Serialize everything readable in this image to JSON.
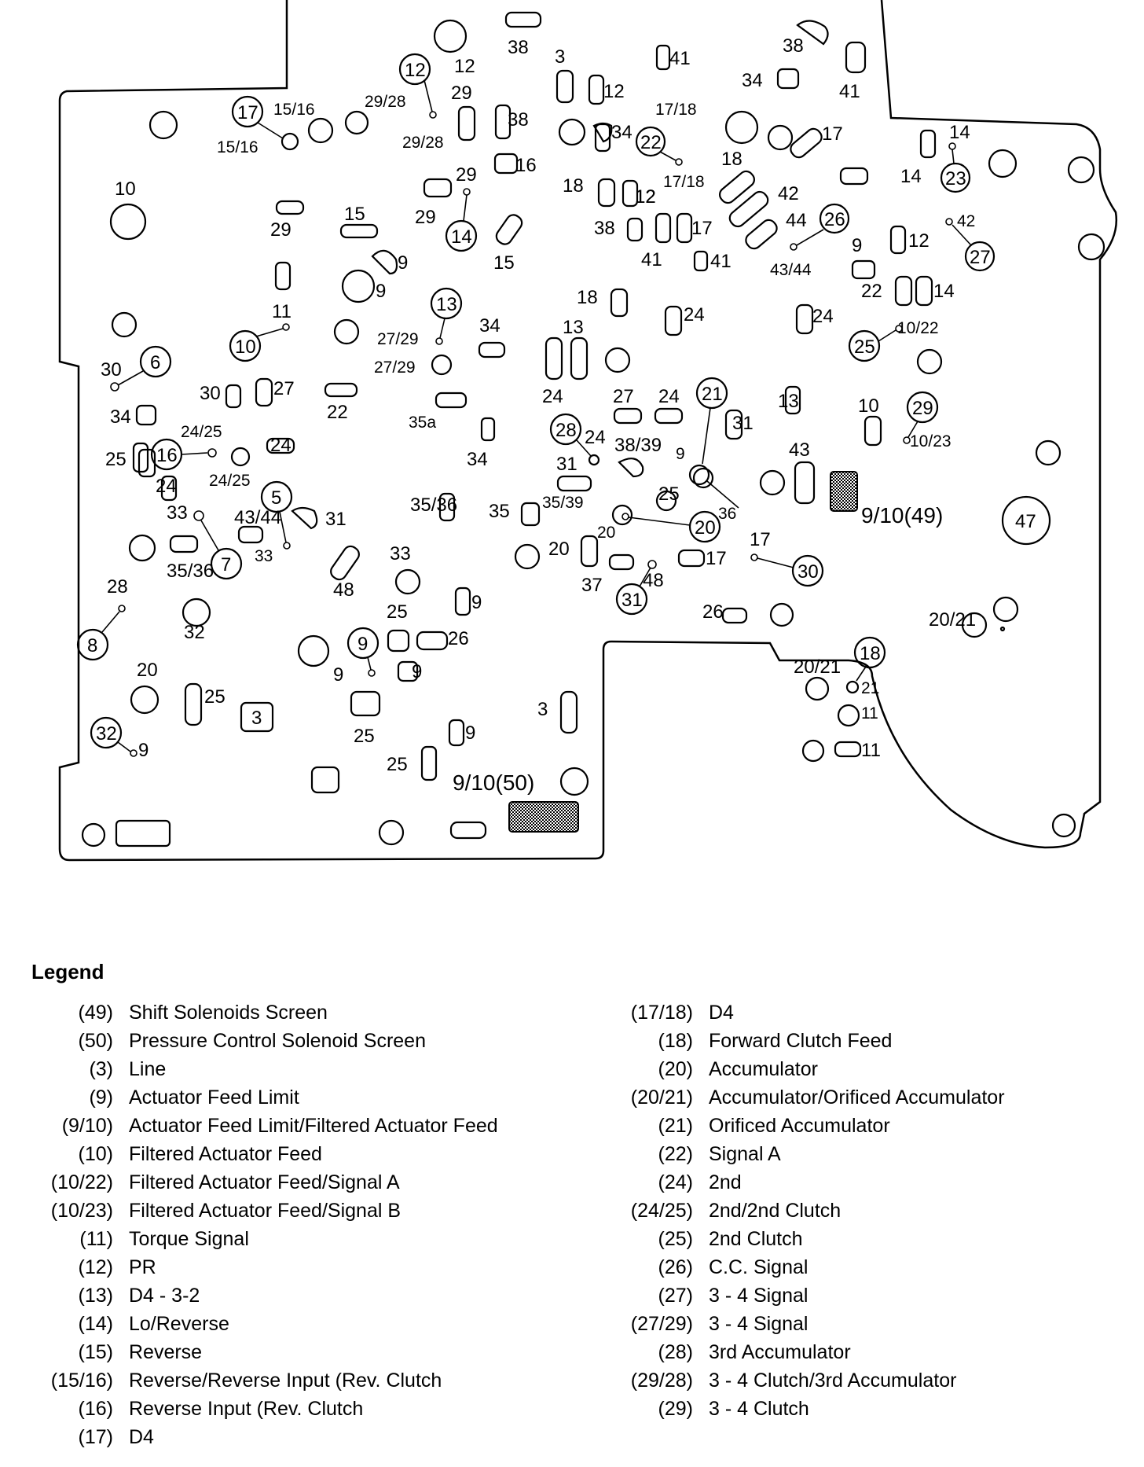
{
  "legend": {
    "title": "Legend",
    "left": [
      {
        "code": "(49)",
        "desc": "Shift Solenoids Screen"
      },
      {
        "code": "(50)",
        "desc": "Pressure Control Solenoid Screen"
      },
      {
        "code": "(3)",
        "desc": "Line"
      },
      {
        "code": "(9)",
        "desc": "Actuator Feed Limit"
      },
      {
        "code": "(9/10)",
        "desc": "Actuator Feed Limit/Filtered Actuator Feed"
      },
      {
        "code": "(10)",
        "desc": "Filtered Actuator Feed"
      },
      {
        "code": "(10/22)",
        "desc": "Filtered Actuator Feed/Signal A"
      },
      {
        "code": "(10/23)",
        "desc": "Filtered Actuator Feed/Signal B"
      },
      {
        "code": "(11)",
        "desc": "Torque Signal"
      },
      {
        "code": "(12)",
        "desc": "PR"
      },
      {
        "code": "(13)",
        "desc": "D4 - 3-2"
      },
      {
        "code": "(14)",
        "desc": "Lo/Reverse"
      },
      {
        "code": "(15)",
        "desc": "Reverse"
      },
      {
        "code": "(15/16)",
        "desc": "Reverse/Reverse Input (Rev. Clutch"
      },
      {
        "code": "(16)",
        "desc": "Reverse Input (Rev. Clutch"
      },
      {
        "code": "(17)",
        "desc": "D4"
      }
    ],
    "right": [
      {
        "code": "(17/18)",
        "desc": "D4"
      },
      {
        "code": "(18)",
        "desc": "Forward Clutch Feed"
      },
      {
        "code": "(20)",
        "desc": "Accumulator"
      },
      {
        "code": "(20/21)",
        "desc": "Accumulator/Orificed Accumulator"
      },
      {
        "code": "(21)",
        "desc": "Orificed Accumulator"
      },
      {
        "code": "(22)",
        "desc": "Signal A"
      },
      {
        "code": "(24)",
        "desc": "2nd"
      },
      {
        "code": "(24/25)",
        "desc": "2nd/2nd Clutch"
      },
      {
        "code": "(25)",
        "desc": "2nd Clutch"
      },
      {
        "code": "(26)",
        "desc": "C.C. Signal"
      },
      {
        "code": "(27)",
        "desc": "3 - 4 Signal"
      },
      {
        "code": "(27/29)",
        "desc": "3 - 4 Signal"
      },
      {
        "code": "(28)",
        "desc": "3rd Accumulator"
      },
      {
        "code": "(29/28)",
        "desc": "3 - 4 Clutch/3rd Accumulator"
      },
      {
        "code": "(29)",
        "desc": "3 - 4 Clutch"
      }
    ]
  },
  "diagram": {
    "screen_49_label": "9/10(49)",
    "screen_50_label": "9/10(50)",
    "circled": [
      "12",
      "17",
      "22",
      "23",
      "26",
      "27",
      "14",
      "13",
      "10",
      "6",
      "16",
      "5",
      "7",
      "8",
      "9",
      "32",
      "28",
      "21",
      "20",
      "31",
      "30",
      "29",
      "25",
      "18",
      "3",
      "47"
    ],
    "labels": [
      "38",
      "3",
      "12",
      "41",
      "38",
      "34",
      "41",
      "12",
      "29",
      "29/28",
      "15/16",
      "15/16",
      "29/28",
      "38",
      "16",
      "34",
      "17/18",
      "17/18",
      "17",
      "18",
      "12",
      "14",
      "14",
      "10",
      "29",
      "15",
      "29",
      "29",
      "9",
      "9",
      "15",
      "18",
      "12",
      "38",
      "17",
      "41",
      "41",
      "42",
      "44",
      "43/44",
      "9",
      "12",
      "22",
      "14",
      "42",
      "11",
      "27/29",
      "27/29",
      "34",
      "13",
      "18",
      "24",
      "24",
      "10/22",
      "30",
      "30",
      "27",
      "34",
      "22",
      "35a",
      "34",
      "24",
      "27",
      "24",
      "13",
      "10",
      "10/23",
      "25",
      "24/25",
      "24",
      "24",
      "24/25",
      "24",
      "38/39",
      "31",
      "9",
      "31",
      "43",
      "33",
      "43/44",
      "31",
      "33",
      "35/36",
      "35",
      "35/39",
      "25",
      "36",
      "35/36",
      "33",
      "20",
      "20",
      "17",
      "17",
      "37",
      "48",
      "48",
      "28",
      "32",
      "25",
      "9",
      "26",
      "9",
      "9",
      "26",
      "20",
      "25",
      "20/21",
      "20/21",
      "21",
      "11",
      "11",
      "3",
      "25",
      "9",
      "25",
      "9"
    ]
  }
}
